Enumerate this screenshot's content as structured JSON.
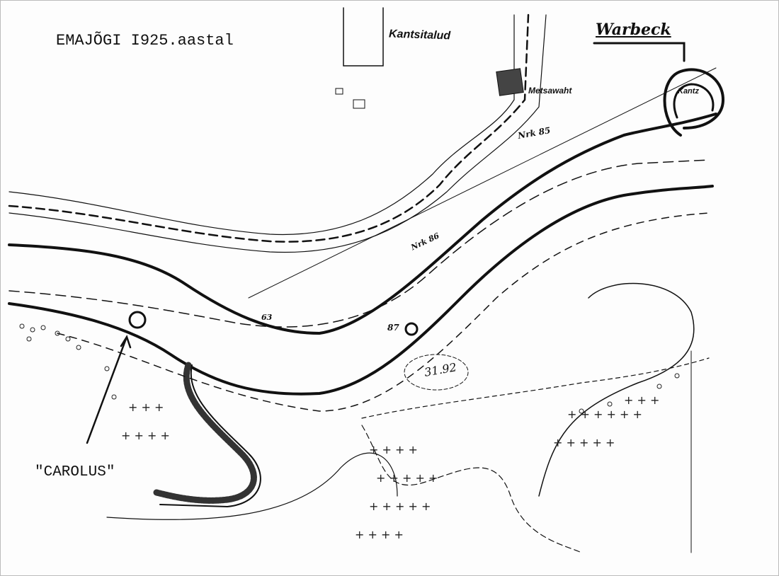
{
  "map": {
    "title": "EMAJÕGI I925.aastal",
    "labels": {
      "farms": "Kantsitalud",
      "forester": "Metsawaht",
      "fortress": "Warbeck",
      "fortress_site": "Kantz",
      "marker_85": "Nrk 85",
      "marker_86": "Nrk 86",
      "marker_87": "87",
      "elevation": "31.92",
      "depth_63": "63",
      "ship": "\"CAROLUS\""
    }
  }
}
